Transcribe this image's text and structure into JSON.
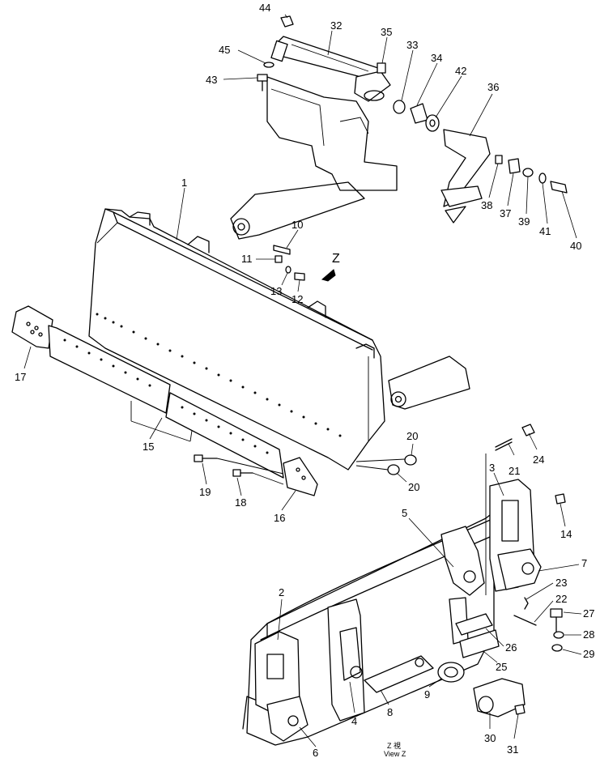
{
  "view": {
    "arrow_label": "Z",
    "caption_line1": "Z  視",
    "caption_line2": "View Z"
  },
  "callouts": [
    {
      "id": "c44",
      "text": "44"
    },
    {
      "id": "c32",
      "text": "32"
    },
    {
      "id": "c35",
      "text": "35"
    },
    {
      "id": "c45",
      "text": "45"
    },
    {
      "id": "c43",
      "text": "43"
    },
    {
      "id": "c33",
      "text": "33"
    },
    {
      "id": "c34",
      "text": "34"
    },
    {
      "id": "c42",
      "text": "42"
    },
    {
      "id": "c36",
      "text": "36"
    },
    {
      "id": "c1",
      "text": "1"
    },
    {
      "id": "c10",
      "text": "10"
    },
    {
      "id": "c11",
      "text": "11"
    },
    {
      "id": "c13",
      "text": "13"
    },
    {
      "id": "c12",
      "text": "12"
    },
    {
      "id": "c38",
      "text": "38"
    },
    {
      "id": "c37",
      "text": "37"
    },
    {
      "id": "c39",
      "text": "39"
    },
    {
      "id": "c41",
      "text": "41"
    },
    {
      "id": "c40",
      "text": "40"
    },
    {
      "id": "c17",
      "text": "17"
    },
    {
      "id": "c15",
      "text": "15"
    },
    {
      "id": "c20a",
      "text": "20"
    },
    {
      "id": "c20b",
      "text": "20"
    },
    {
      "id": "c24",
      "text": "24"
    },
    {
      "id": "c21",
      "text": "21"
    },
    {
      "id": "c19",
      "text": "19"
    },
    {
      "id": "c18",
      "text": "18"
    },
    {
      "id": "c16",
      "text": "16"
    },
    {
      "id": "c3",
      "text": "3"
    },
    {
      "id": "c14",
      "text": "14"
    },
    {
      "id": "c5",
      "text": "5"
    },
    {
      "id": "c7",
      "text": "7"
    },
    {
      "id": "c23",
      "text": "23"
    },
    {
      "id": "c22",
      "text": "22"
    },
    {
      "id": "c27",
      "text": "27"
    },
    {
      "id": "c2",
      "text": "2"
    },
    {
      "id": "c28",
      "text": "28"
    },
    {
      "id": "c26",
      "text": "26"
    },
    {
      "id": "c29",
      "text": "29"
    },
    {
      "id": "c25",
      "text": "25"
    },
    {
      "id": "c9",
      "text": "9"
    },
    {
      "id": "c4",
      "text": "4"
    },
    {
      "id": "c8",
      "text": "8"
    },
    {
      "id": "c30",
      "text": "30"
    },
    {
      "id": "c31",
      "text": "31"
    },
    {
      "id": "c6",
      "text": "6"
    }
  ]
}
